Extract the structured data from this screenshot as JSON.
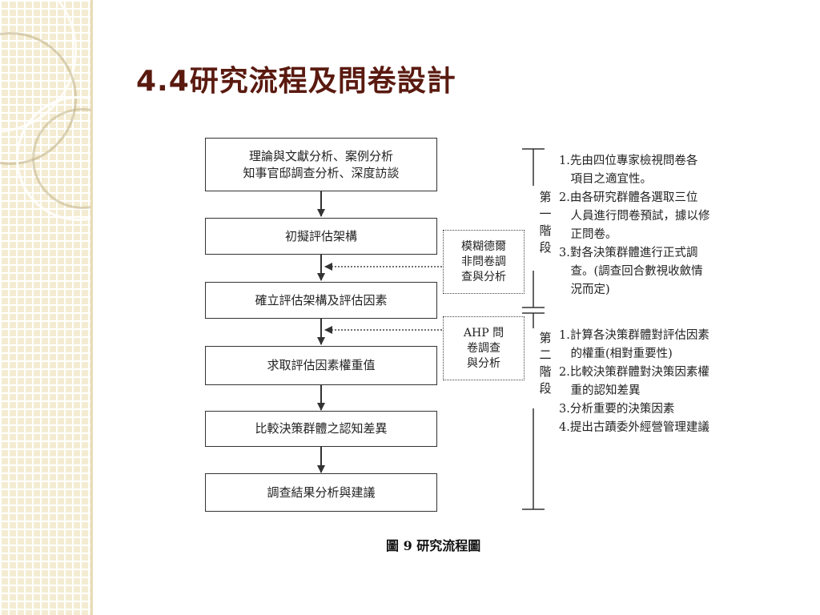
{
  "slide": {
    "title": "4.4研究流程及問卷設計"
  },
  "flow": {
    "steps": [
      "理論與文獻分析、案例分析\n知事官邸調查分析、深度訪談",
      "初擬評估架構",
      "確立評估架構及評估因素",
      "求取評估因素權重值",
      "比較決策群體之認知差異",
      "調查結果分析與建議"
    ],
    "side_boxes": [
      "模糊德爾\n非問卷調\n查與分析",
      "AHP 問\n卷調查\n與分析"
    ]
  },
  "stages": [
    {
      "label": "第\n一\n階\n段",
      "notes": [
        "1.先由四位專家檢視問卷各\n　項目之適宜性。",
        "2.由各研究群體各選取三位\n　人員進行問卷預試，據以修\n　正問卷。",
        "3.對各決策群體進行正式調\n　查。(調查回合數視收斂情\n　況而定)"
      ]
    },
    {
      "label": "第\n二\n階\n段",
      "notes": [
        "1.計算各決策群體對評估因素\n　的權重(相對重要性)",
        "2.比較決策群體對決策因素權\n　重的認知差異",
        "3.分析重要的決策因素",
        "4.提出古蹟委外經營管理建議"
      ]
    }
  ],
  "figure": {
    "caption": "圖 9  研究流程圖"
  }
}
